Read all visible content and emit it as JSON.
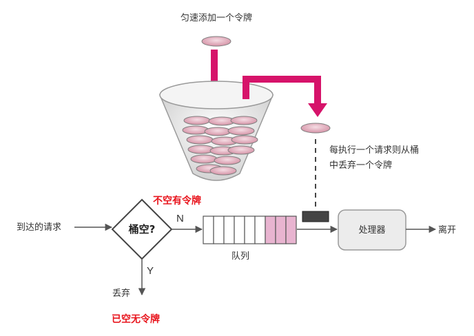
{
  "labels": {
    "token_add": "匀速添加一个令牌",
    "token_discard": [
      "每执行一个请求则从桶",
      "中丢弃一个令牌"
    ],
    "incoming": "到达的请求",
    "check": "桶空?",
    "branch_no": "N",
    "branch_yes": "Y",
    "not_empty": "不空有令牌",
    "queue": "队列",
    "processor": "处理器",
    "leave": "离开",
    "discard": "丢弃",
    "empty": "已空无令牌"
  },
  "colors": {
    "arrow_magenta": "#d6136a",
    "highlight_red": "#e8141c",
    "token_pink": "#e0aab9",
    "queue_pink": "#e8b4d0",
    "line_gray": "#555555",
    "processor_fill": "#ececec"
  },
  "queue": {
    "total_slots": 9,
    "filled_slots": 3
  }
}
